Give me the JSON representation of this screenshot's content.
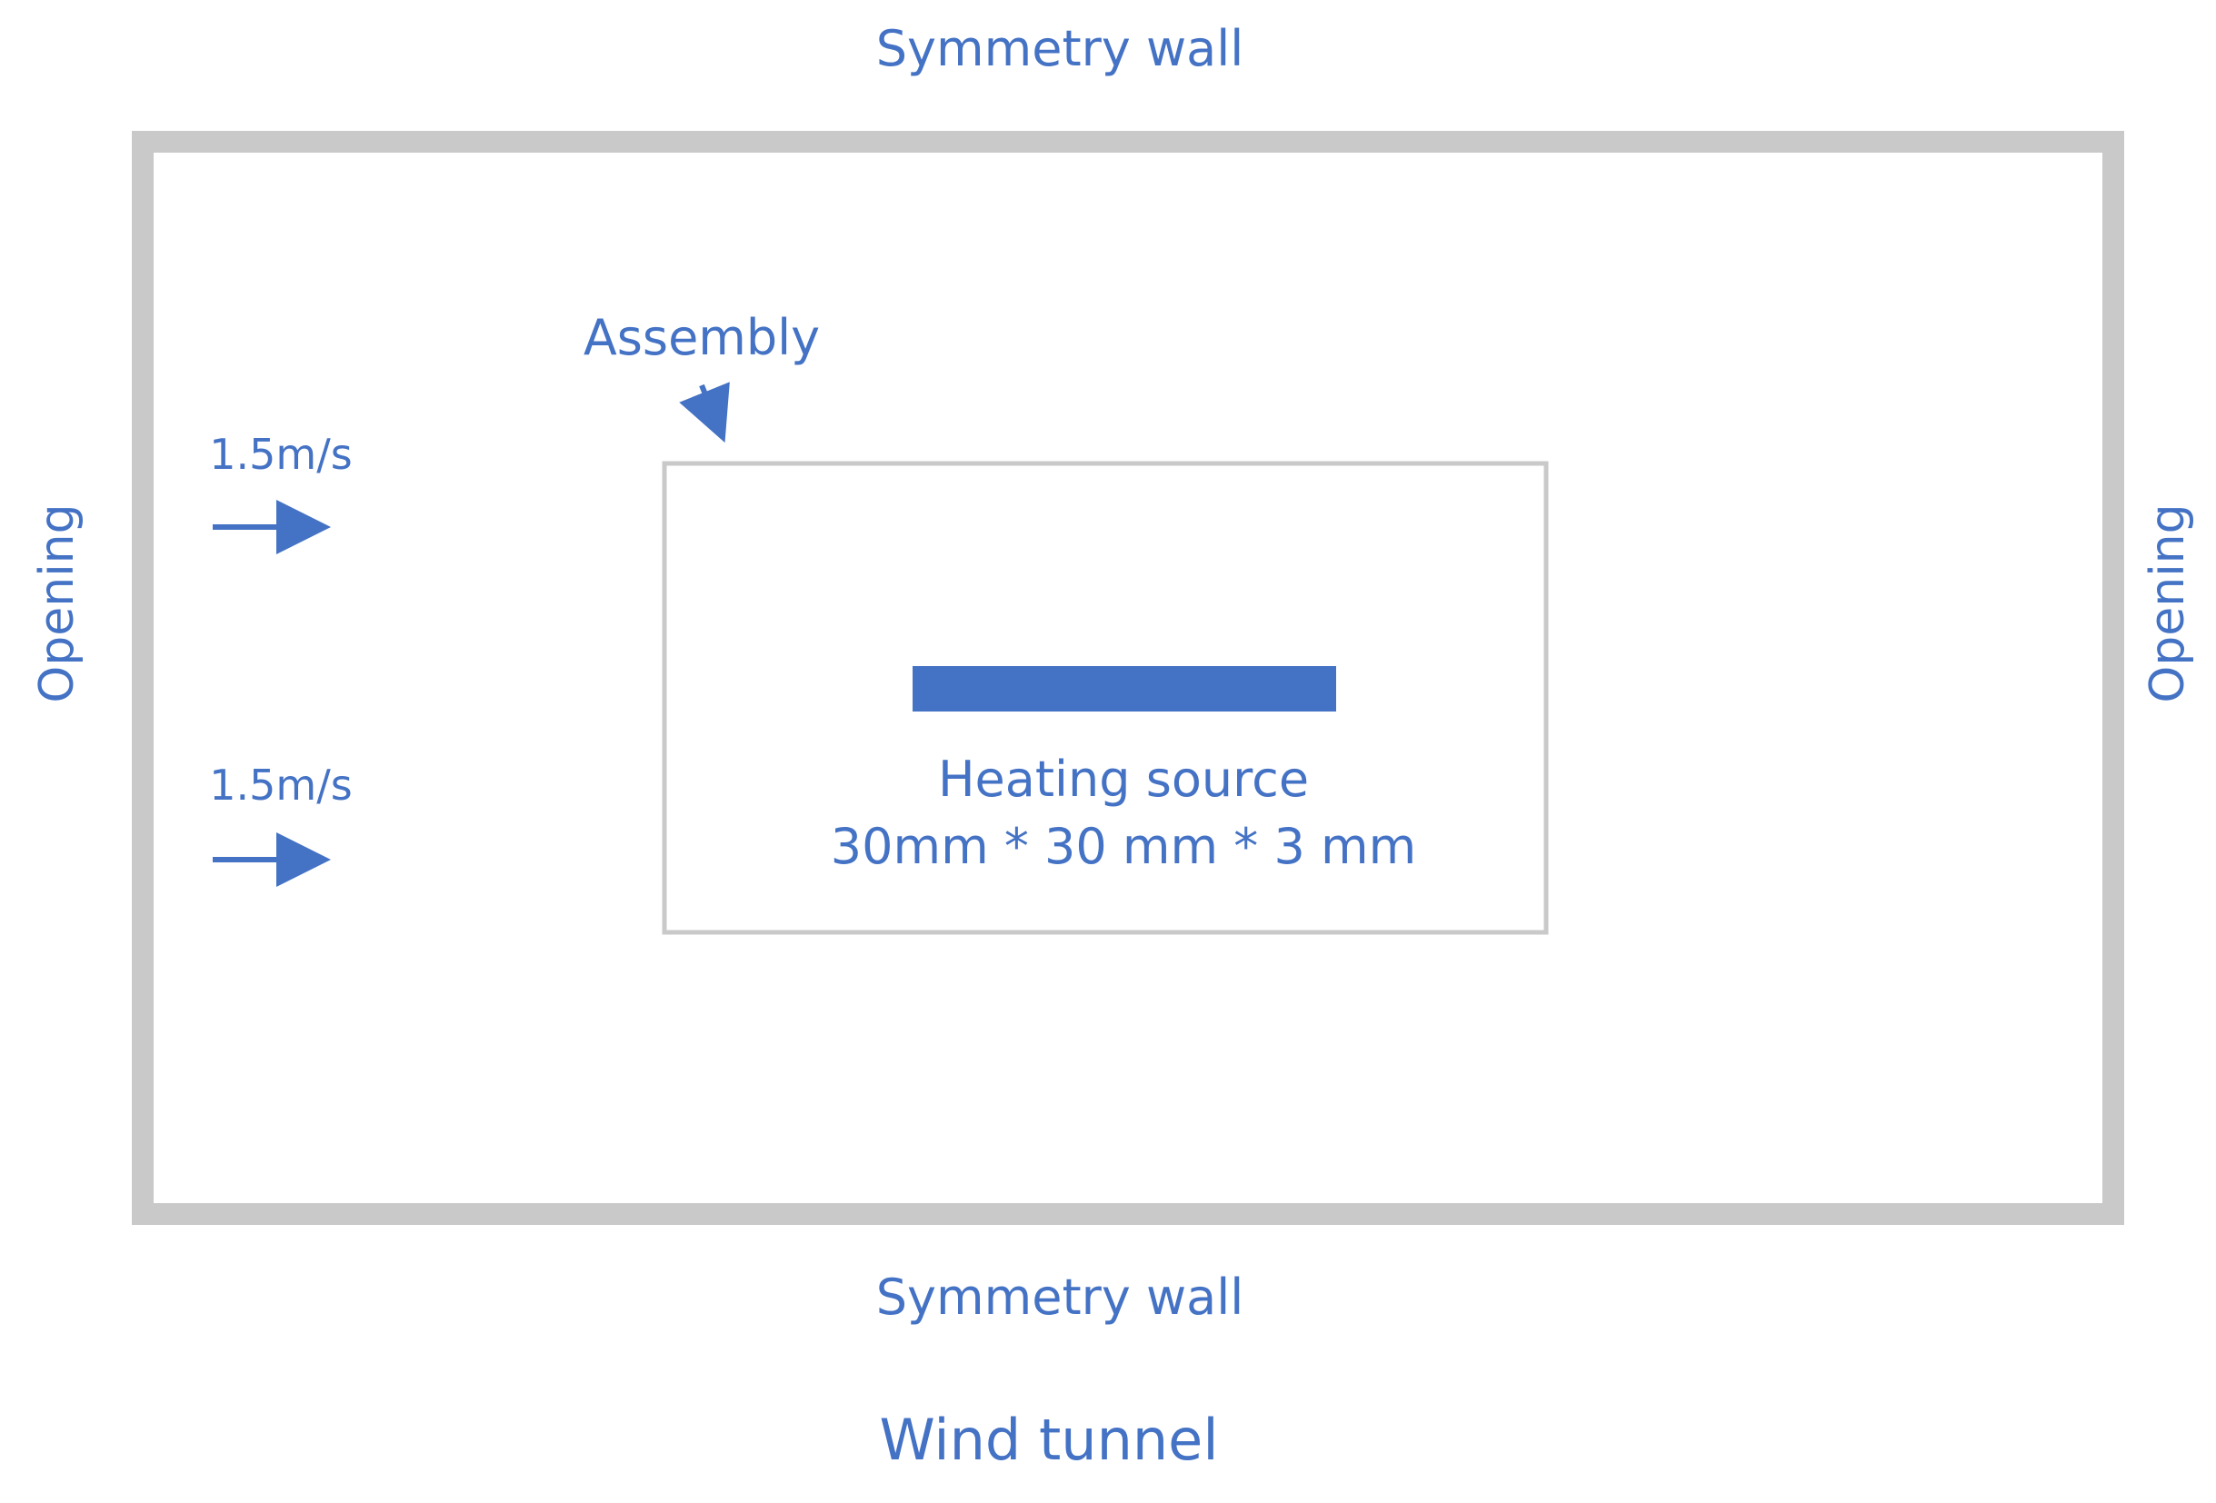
{
  "labels": {
    "top_wall": "Symmetry wall",
    "bottom_wall": "Symmetry wall",
    "left_opening": "Opening",
    "right_opening": "Opening",
    "assembly": "Assembly",
    "velocity_upper": "1.5m/s",
    "velocity_lower": "1.5m/s",
    "heating_source": "Heating source",
    "heating_source_dims": "30mm * 30 mm * 3 mm",
    "caption": "Wind tunnel"
  },
  "colors": {
    "text": "#4472C4",
    "wall": "#C9C9C9",
    "assembly_border": "#C9C9C9",
    "heating_source": "#4472C4",
    "arrows": "#4472C4"
  }
}
